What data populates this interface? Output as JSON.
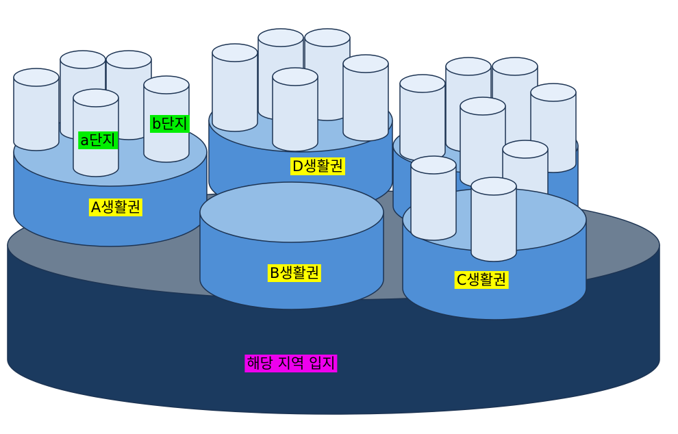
{
  "site": {
    "label": "해당 지역 입지",
    "label_bg": "#ee00ee"
  },
  "zones": {
    "A": {
      "label": "A생활권"
    },
    "B": {
      "label": "B생활권"
    },
    "C": {
      "label": "C생활권"
    },
    "D": {
      "label": "D생활권"
    },
    "label_bg": "#ffff00"
  },
  "complexes": {
    "a": {
      "label": "a단지"
    },
    "b": {
      "label": "b단지"
    },
    "label_bg": "#00ee00"
  },
  "colors": {
    "base_top": "#6d7f93",
    "base_side": "#1b3a5f",
    "zone_top": "#93bde6",
    "zone_side": "#4f8fd6",
    "cyl_top": "#e6effa",
    "cyl_side": "#dbe7f5",
    "stroke": "#1d3453"
  }
}
